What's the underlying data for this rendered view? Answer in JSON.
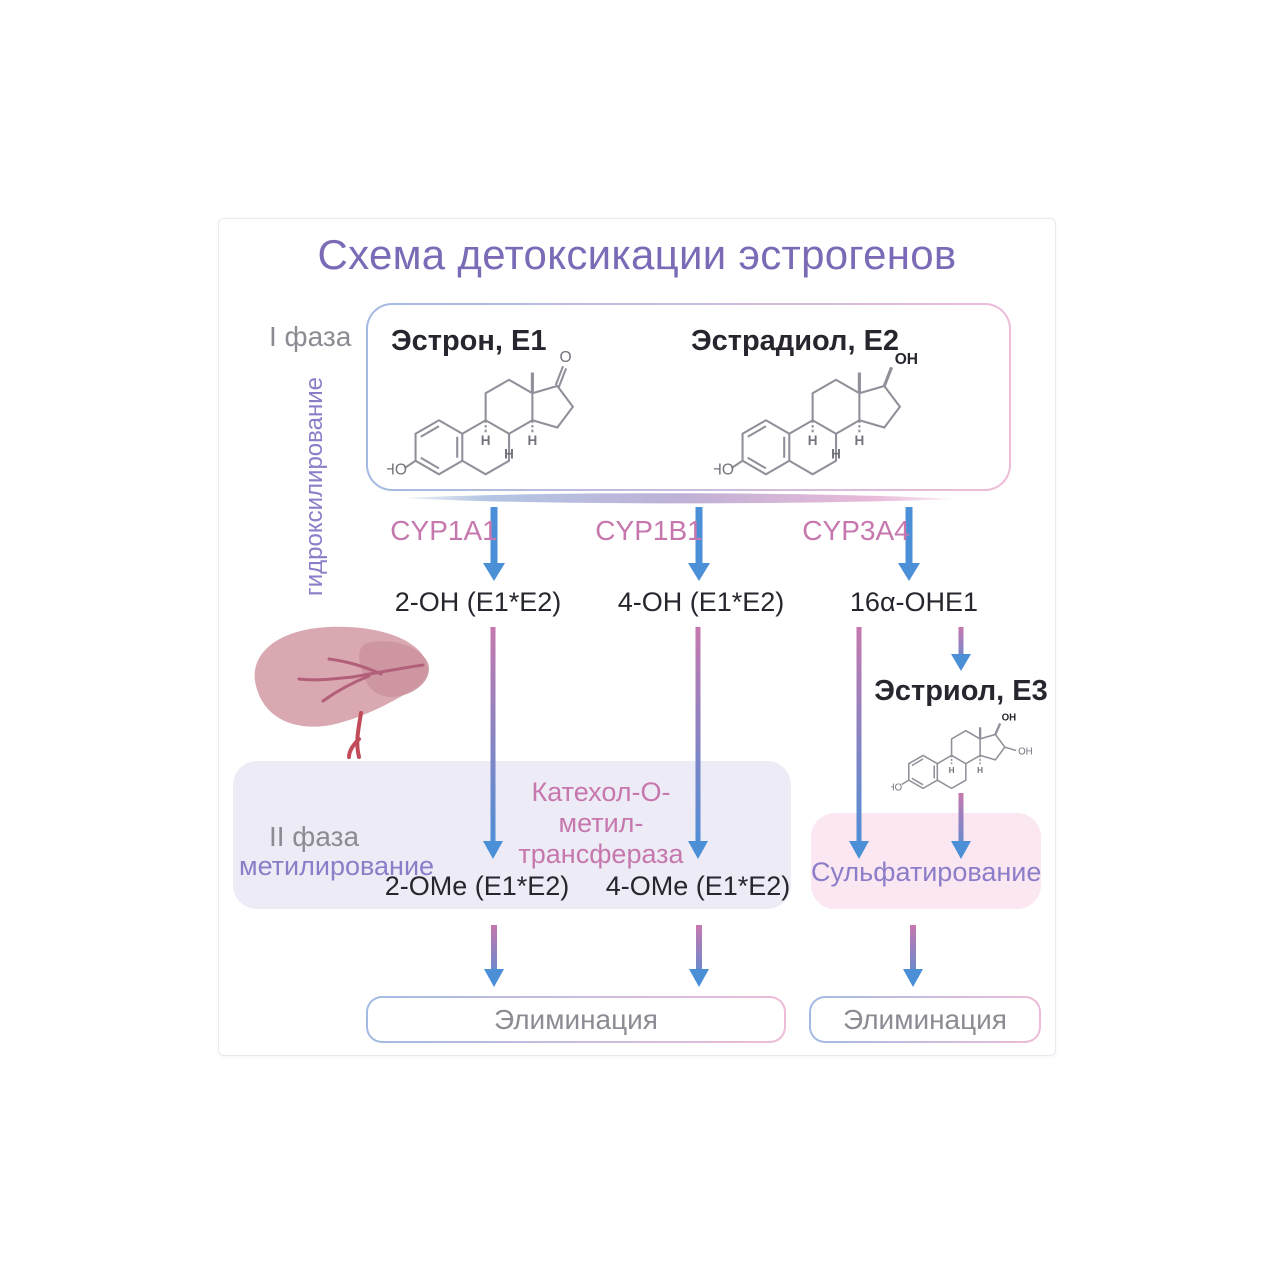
{
  "title": "Схема детоксикации эстрогенов",
  "atoms": {
    "ho": "HO",
    "o": "O",
    "oh": "OH",
    "h": "H"
  },
  "phase1": {
    "label": "I фаза",
    "process": "гидроксилирование",
    "estrone_name": "Эстрон, E1",
    "estradiol_name": "Эстрадиол, E2",
    "enzymes": [
      "CYP1A1",
      "CYP1B1",
      "CYP3A4"
    ],
    "products": [
      "2-OH (E1*E2)",
      "4-OH (E1*E2)",
      "16α-OHE1"
    ]
  },
  "phase2": {
    "label": "II фаза",
    "process": "метилирование",
    "comt_lines": [
      "Катехол-О-",
      "метил-",
      "трансфераза"
    ],
    "products": [
      "2-OMe (E1*E2)",
      "4-OMe (E1*E2)"
    ]
  },
  "estriol_name": "Эстриол, E3",
  "sulfation_label": "Сульфатирование",
  "elimination_left": "Элиминация",
  "elimination_right": "Элиминация",
  "colors": {
    "accent_purple": "#7b6bb7",
    "accent_pink": "#c678ae",
    "arrow_blue": "#4b8fd7"
  }
}
